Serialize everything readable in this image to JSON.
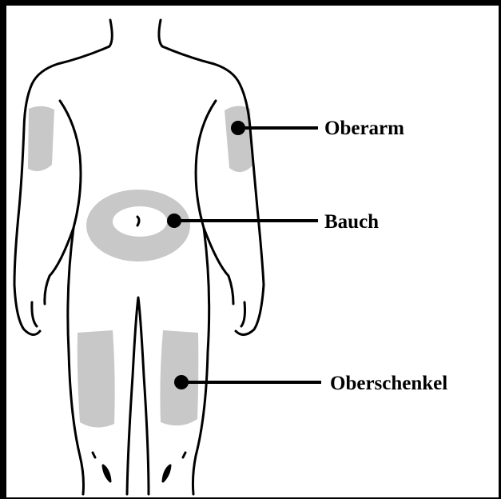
{
  "labels": {
    "upper_arm": "Oberarm",
    "abdomen": "Bauch",
    "thigh": "Oberschenkel"
  },
  "colors": {
    "outline": "#000000",
    "injection_area": "#c8c8c8",
    "background": "#ffffff"
  }
}
